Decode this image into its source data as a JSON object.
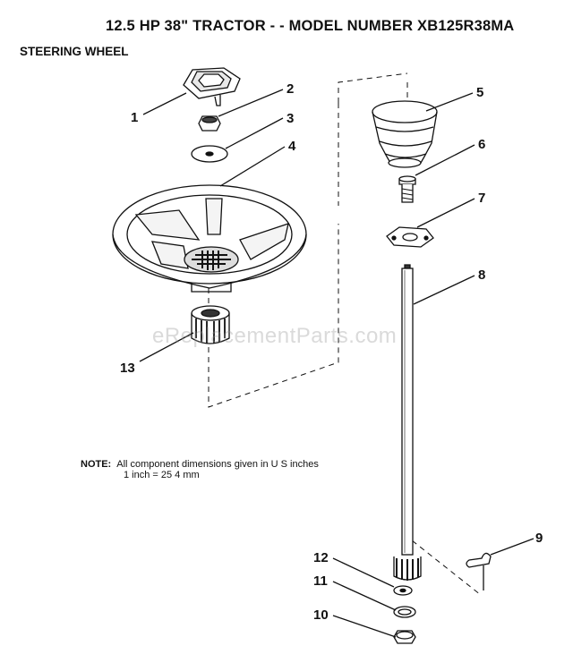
{
  "header": {
    "title": "12.5 HP 38\" TRACTOR - - MODEL NUMBER XB125R38MA",
    "subtitle": "STEERING WHEEL"
  },
  "note": {
    "label": "NOTE:",
    "line1": "All component dimensions given in U S  inches",
    "line2": "1 inch = 25 4 mm"
  },
  "watermark": "eReplacementParts.com",
  "callouts": [
    "1",
    "2",
    "3",
    "4",
    "5",
    "6",
    "7",
    "8",
    "9",
    "10",
    "11",
    "12",
    "13"
  ]
}
